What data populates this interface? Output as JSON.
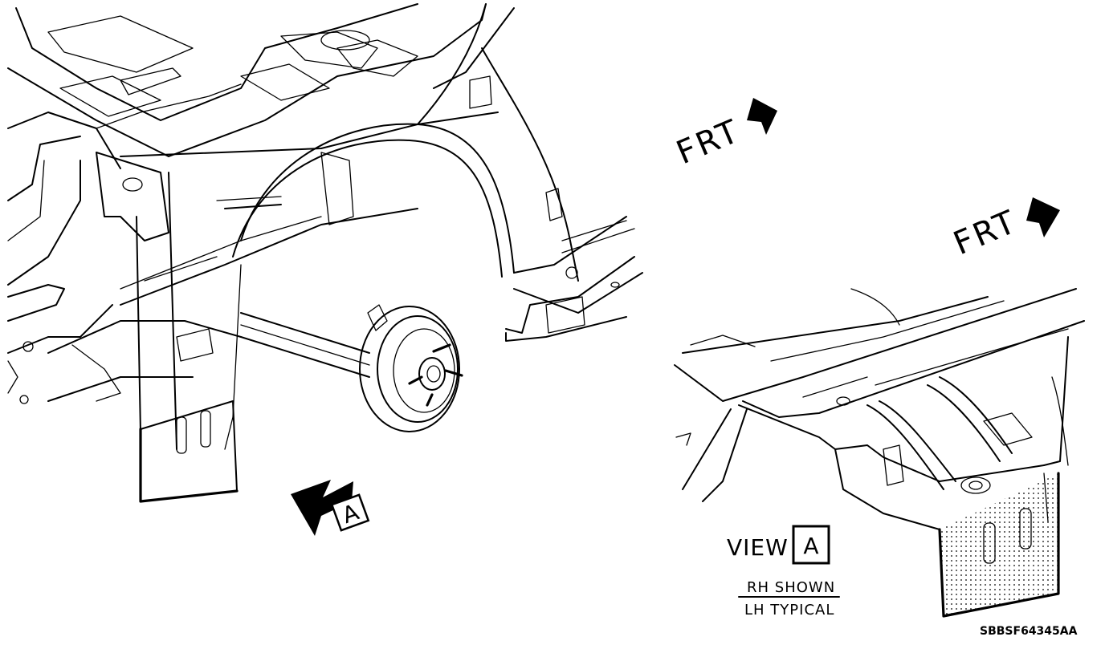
{
  "labels": {
    "frt_upper": "FRT",
    "frt_lower": "FRT",
    "view_arrow_letter": "A",
    "view_word": "VIEW",
    "view_letter": "A",
    "rh_shown": "RH SHOWN",
    "lh_typical": "LH TYPICAL",
    "part_number": "SBBSF64345AA"
  },
  "colors": {
    "line": "#000000",
    "background": "#ffffff"
  },
  "icons": {
    "frt_arrow": "direction-arrow",
    "view_arrow": "view-direction-arrow"
  }
}
